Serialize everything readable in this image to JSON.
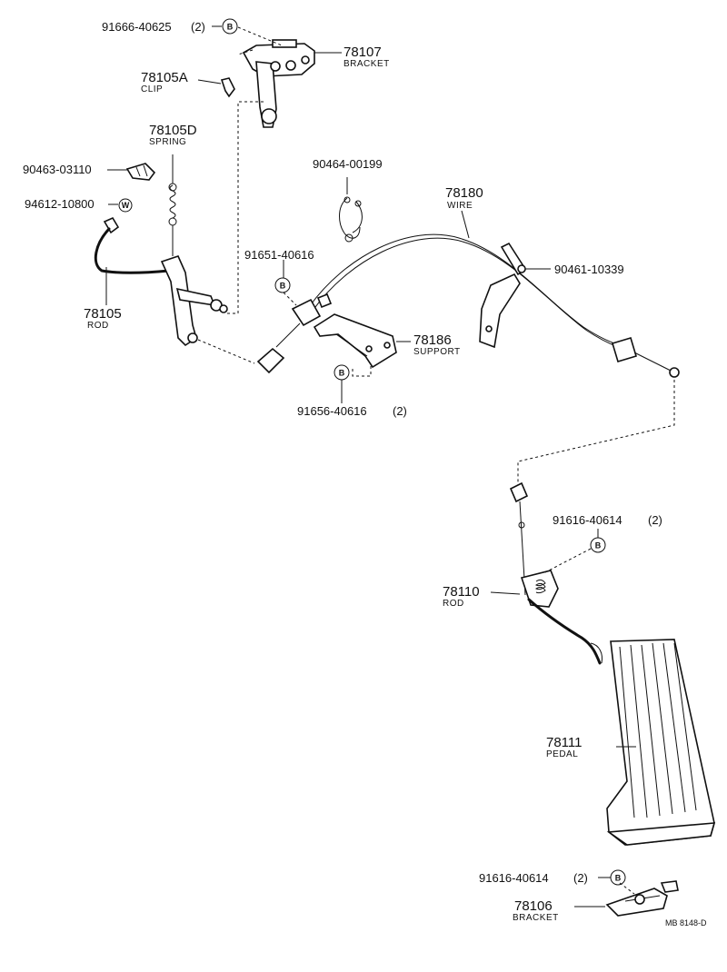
{
  "parts": {
    "bolt_bracket_top": {
      "number": "91666-40625",
      "qty": "(2)",
      "symbol": "B"
    },
    "bracket_top": {
      "number": "78107",
      "name": "BRACKET"
    },
    "clip": {
      "number": "78105A",
      "name": "CLIP"
    },
    "spring": {
      "number": "78105D",
      "name": "SPRING"
    },
    "part_90463": {
      "number": "90463-03110"
    },
    "washer_94612": {
      "number": "94612-10800",
      "symbol": "W"
    },
    "rod_upper": {
      "number": "78105",
      "name": "ROD"
    },
    "clip_90464": {
      "number": "90464-00199"
    },
    "wire": {
      "number": "78180",
      "name": "WIRE"
    },
    "bolt_91651": {
      "number": "91651-40616",
      "symbol": "B"
    },
    "clamp_90461": {
      "number": "90461-10339"
    },
    "support": {
      "number": "78186",
      "name": "SUPPORT"
    },
    "bolt_support": {
      "number": "91656-40616",
      "qty": "(2)",
      "symbol": "B"
    },
    "bolt_rod_lower": {
      "number": "91616-40614",
      "qty": "(2)",
      "symbol": "B"
    },
    "rod_lower": {
      "number": "78110",
      "name": "ROD"
    },
    "pedal": {
      "number": "78111",
      "name": "PEDAL"
    },
    "bolt_bracket_bottom": {
      "number": "91616-40614",
      "qty": "(2)",
      "symbol": "B"
    },
    "bracket_bottom": {
      "number": "78106",
      "name": "BRACKET"
    }
  },
  "diagram_code": "MB 8148-D"
}
